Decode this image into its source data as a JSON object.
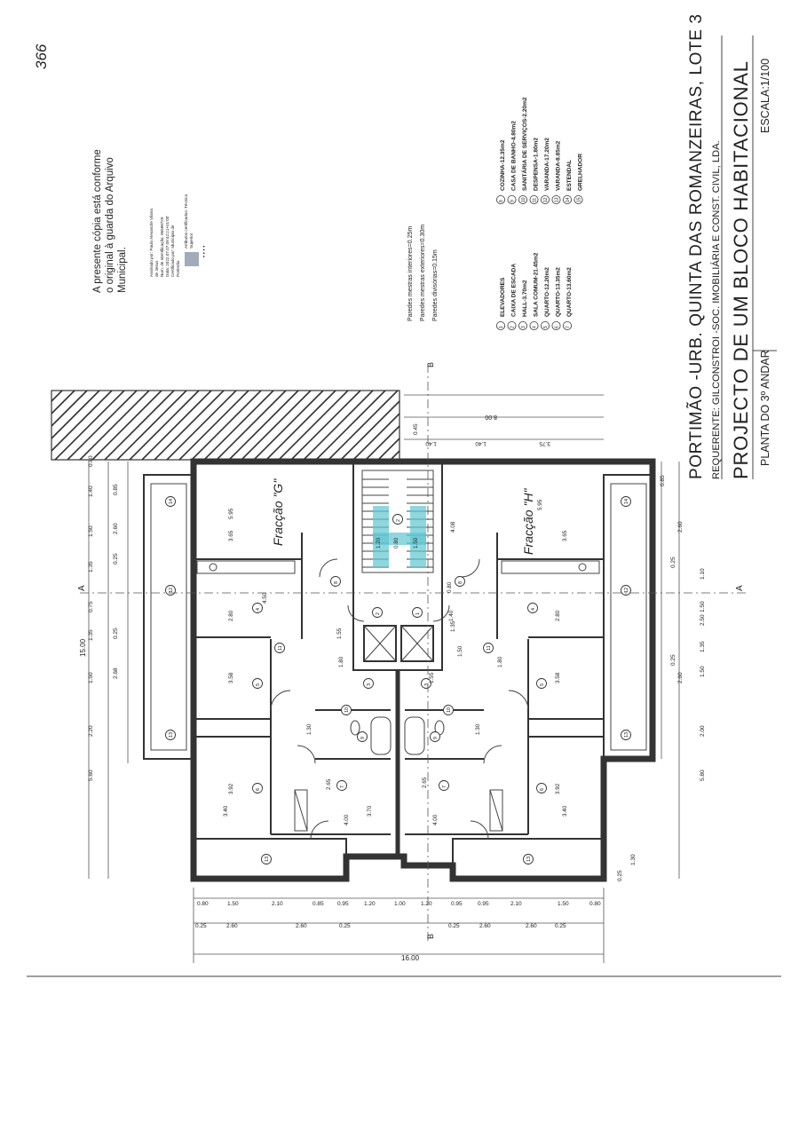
{
  "page_number": "366",
  "certification": {
    "line1": "A presente cópia está conforme",
    "line2": "o original à guarda do Arquivo",
    "line3": "Municipal.",
    "sig1": "Assinado por: Paulo Alexandre Vilana",
    "sig2": "de Jesus",
    "sig3": "Num. de Identificação: 06598729",
    "sig4": "Data: 2022.07.07 09:42:21+01'00'",
    "sig5": "Certificado por: Município de",
    "sig6": "Portimão",
    "sig7": "Atributos certificados: Técnico",
    "sig8": "Superior"
  },
  "wall_notes": [
    "Paredes mestras interiores=0.25m",
    "Paredes mestras exteriores=0.30m",
    "Paredes divisórias=0.15m"
  ],
  "legend": [
    {
      "num": "1",
      "text": "ELEVADORES"
    },
    {
      "num": "2",
      "text": "CAIXA DE ESCADA"
    },
    {
      "num": "3",
      "text": "HALL-3.70m2"
    },
    {
      "num": "4",
      "text": "SALA COMUM-21.45m2"
    },
    {
      "num": "5",
      "text": "QUARTO-12.20m2"
    },
    {
      "num": "6",
      "text": "QUARTO-13.35m2"
    },
    {
      "num": "7",
      "text": "QUARTO-13.60m2"
    },
    {
      "num": "8",
      "text": "COZINHA-12.35m2"
    },
    {
      "num": "9",
      "text": "CASA DE BANHO-4.80m2"
    },
    {
      "num": "10",
      "text": "SANITÁRIA DE SERVIÇOS-2.20m2"
    },
    {
      "num": "11",
      "text": "DESPENSA-1.80m2"
    },
    {
      "num": "12",
      "text": "VARANDA-17.20m2"
    },
    {
      "num": "13",
      "text": "VARANDA-8.85m2"
    },
    {
      "num": "14",
      "text": "ESTENDAL"
    },
    {
      "num": "15",
      "text": "GRELHADOR"
    }
  ],
  "title_block": {
    "line1": "PORTIMÃO -URB. QUINTA DAS ROMANZEIRAS, LOTE 3",
    "line2": "REQUERENTE: GILCONSTROI -SOC. IMOBILIÁRIA E CONST. CIVIL, LDA.",
    "line3": "PROJECTO DE UM BLOCO HABITACIONAL",
    "line4": "PLANTA DO 3º ANDAR",
    "scale": "ESCALA:1/100"
  },
  "plan": {
    "section_a": "A",
    "section_b": "B",
    "facade_g": "Fracção \"G\"",
    "facade_h": "Fracção \"H\"",
    "total_width": "16.00",
    "total_height": "15.00",
    "top_dim": "8.00",
    "top_sub_left": "1.40",
    "top_sub_mid": "1.40",
    "top_sub_right": "3.75",
    "top_sub_045": "0.45",
    "bottom_dims": [
      "0.80",
      "1.50",
      "2.10",
      "0.85",
      "0.95",
      "1.20",
      "1.00",
      "1.20",
      "0.95",
      "0.95",
      "2.10",
      "1.50",
      "0.80"
    ],
    "bottom_dims2": [
      "0.25",
      "2.60",
      "2.60",
      "0.25",
      "0.25",
      "2.60",
      "2.60",
      "0.25"
    ],
    "right_dims": [
      "0.85",
      "2.60",
      "0.25",
      "1.10",
      "1.50",
      "2.50",
      "0.25",
      "1.35",
      "1.50",
      "2.60",
      "2.00",
      "5.80",
      "1.30",
      "0.25"
    ],
    "left_dims": [
      "0.80",
      "1.40",
      "1.50",
      "1.35",
      "0.75",
      "1.35",
      "1.50",
      "2.20",
      "5.60"
    ],
    "left_sub": [
      "0.85",
      "2.60",
      "0.25",
      "0.25",
      "2.68"
    ],
    "room_dims": [
      "5.95",
      "5.95",
      "3.65",
      "3.65",
      "4.08",
      "4.50",
      "2.80",
      "2.80",
      "3.58",
      "3.58",
      "3.92",
      "3.92",
      "3.40",
      "3.40",
      "2.65",
      "2.65",
      "4.00",
      "4.00",
      "3.70",
      "1.80",
      "1.80",
      "1.30",
      "1.30",
      "1.20",
      "0.80",
      "1.50",
      "0.80",
      "1.40",
      "1.55",
      "1.35",
      "1.55",
      "1.50"
    ]
  }
}
